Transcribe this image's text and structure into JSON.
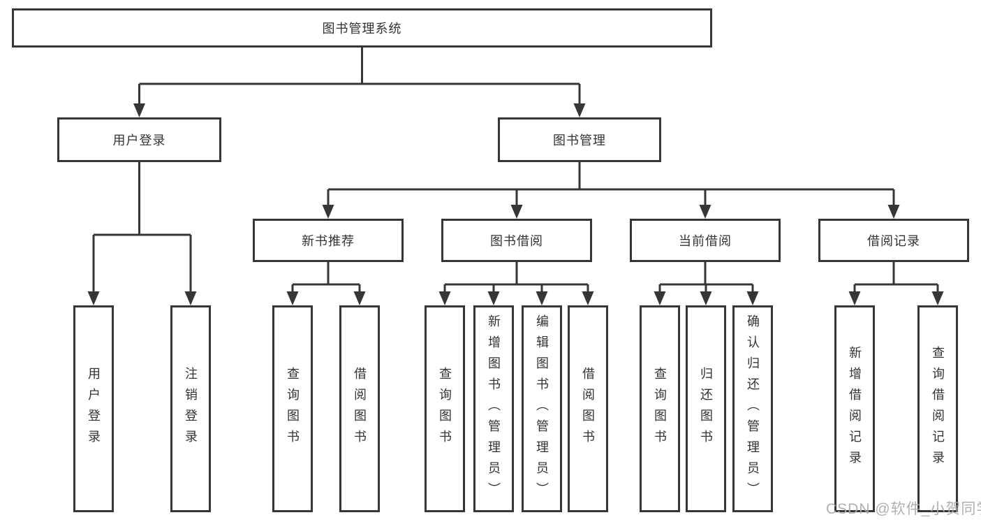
{
  "tree": {
    "root": {
      "label": "图书管理系统",
      "children": [
        {
          "label": "用户登录",
          "children": [
            {
              "label": "用户登录"
            },
            {
              "label": "注销登录"
            }
          ]
        },
        {
          "label": "图书管理",
          "children": [
            {
              "label": "新书推荐",
              "children": [
                {
                  "label": "查询图书"
                },
                {
                  "label": "借阅图书"
                }
              ]
            },
            {
              "label": "图书借阅",
              "children": [
                {
                  "label": "查询图书"
                },
                {
                  "label": "新增图书（管理员）"
                },
                {
                  "label": "编辑图书（管理员）"
                },
                {
                  "label": "借阅图书"
                }
              ]
            },
            {
              "label": "当前借阅",
              "children": [
                {
                  "label": "查询图书"
                },
                {
                  "label": "归还图书"
                },
                {
                  "label": "确认归还（管理员）"
                }
              ]
            },
            {
              "label": "借阅记录",
              "children": [
                {
                  "label": "新增借阅记录"
                },
                {
                  "label": "查询借阅记录"
                }
              ]
            }
          ]
        }
      ]
    }
  },
  "watermark": {
    "text": "CSDN @软件_小贺同学"
  },
  "colors": {
    "line": "#363636",
    "text": "#333333",
    "watermark": "#acacac",
    "background": "#ffffff"
  }
}
